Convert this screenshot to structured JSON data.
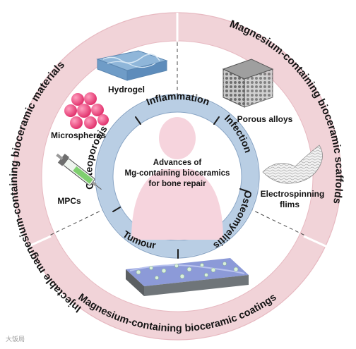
{
  "center": {
    "lines": [
      "Advances of",
      "Mg-containing bioceramics",
      "for bone repair"
    ]
  },
  "inner_ring": {
    "top": "Inflammation",
    "right_upper": "Infection",
    "right_lower": "Osteomyelitis",
    "bottom": "Tumour",
    "left": "Osteoporosis"
  },
  "outer_ring": {
    "left": "Injectable magnesium-containing bioceramic materials",
    "right": "Magnesium-containing bioceramic scaffolds",
    "bottom": "Magnesium-containing bioceramic coatings"
  },
  "items": {
    "hydrogel": "Hydrogel",
    "microspheres": "Microspheres",
    "mpcs": "MPCs",
    "porous_alloys": "Porous alloys",
    "electrospinning": [
      "Electrospinning",
      "flims"
    ]
  },
  "watermark": "大饭局",
  "colors": {
    "outer_ring": "#f1d3d8",
    "inner_ring": "#b9cee4",
    "figure": "#f6d4dd",
    "accent_pink": "#e8457a"
  }
}
